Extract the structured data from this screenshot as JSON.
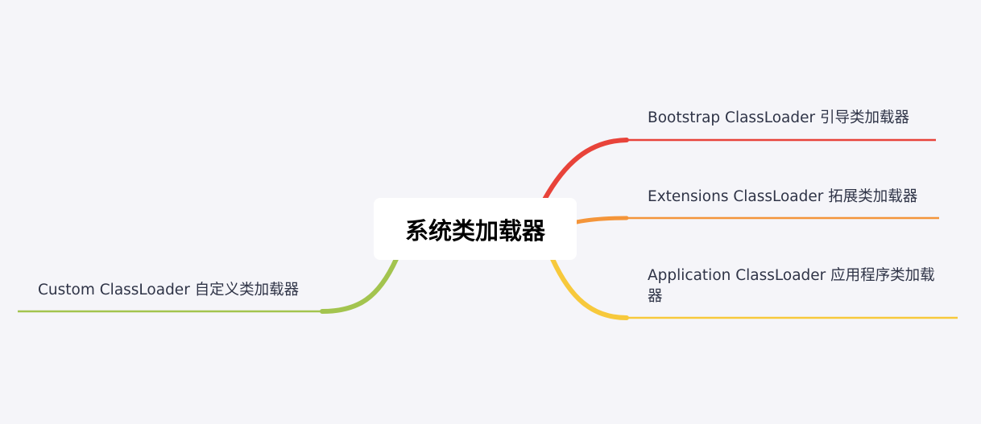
{
  "root": {
    "label": "系统类加载器"
  },
  "branches": [
    {
      "id": "bootstrap",
      "label": "Bootstrap ClassLoader  引导类加载器",
      "color": "#e8433a"
    },
    {
      "id": "extensions",
      "label": "Extensions ClassLoader 拓展类加载器",
      "color": "#f4953a"
    },
    {
      "id": "application",
      "label": "Application ClassLoader 应用程序类加载器",
      "color": "#f7c93c"
    },
    {
      "id": "custom",
      "label": "Custom ClassLoader 自定义类加载器",
      "color": "#a3c44f"
    }
  ]
}
